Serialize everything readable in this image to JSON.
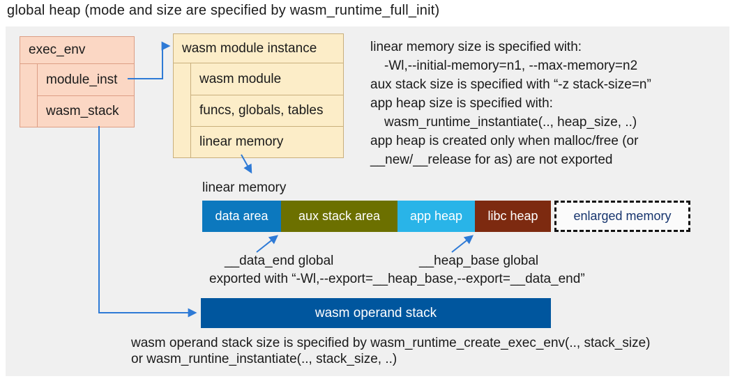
{
  "title": "global heap (mode and size are specified by wasm_runtime_full_init)",
  "exec_env_box": {
    "header": "exec_env",
    "rows": [
      "module_inst",
      "wasm_stack"
    ]
  },
  "module_instance_box": {
    "header": "wasm module instance",
    "rows": [
      "wasm module",
      "funcs, globals, tables",
      "linear memory"
    ]
  },
  "notes_right": {
    "lines": [
      {
        "text": "linear memory size is specified with:"
      },
      {
        "text": "-Wl,--initial-memory=n1, --max-memory=n2"
      },
      {
        "text": "aux stack size is specified with “-z stack-size=n”"
      },
      {
        "text": "app heap size is specified with:"
      },
      {
        "text": "wasm_runtime_instantiate(.., heap_size, ..)"
      },
      {
        "text": "app heap is created only when malloc/free (or"
      },
      {
        "text": "__new/__release for as) are not exported"
      }
    ]
  },
  "linear_memory": {
    "label": "linear memory",
    "segments": [
      {
        "label": "data area",
        "color": "#0c78be"
      },
      {
        "label": "aux stack area",
        "color": "#6c7000"
      },
      {
        "label": "app heap",
        "color": "#29b4e8"
      },
      {
        "label": "libc heap",
        "color": "#7d2a10"
      }
    ],
    "enlarged": {
      "label": "enlarged memory",
      "text_color": "#17356e"
    }
  },
  "globals_labels": {
    "data_end": "__data_end global",
    "heap_base": "__heap_base global",
    "exported": "exported with “-Wl,--export=__heap_base,--export=__data_end”"
  },
  "operand_stack": {
    "label": "wasm operand stack",
    "color": "#00569e",
    "caption_line1": "wasm operand stack size is specified by wasm_runtime_create_exec_env(.., stack_size)",
    "caption_line2": "or wasm_runtine_instantiate(.., stack_size, ..)"
  },
  "accent_colors": {
    "arrow_blue": "#2e7ad6",
    "exec_box_fill": "#fbd7c4",
    "instance_box_fill": "#fcedc8",
    "panel_gray": "#f0f0f0"
  }
}
